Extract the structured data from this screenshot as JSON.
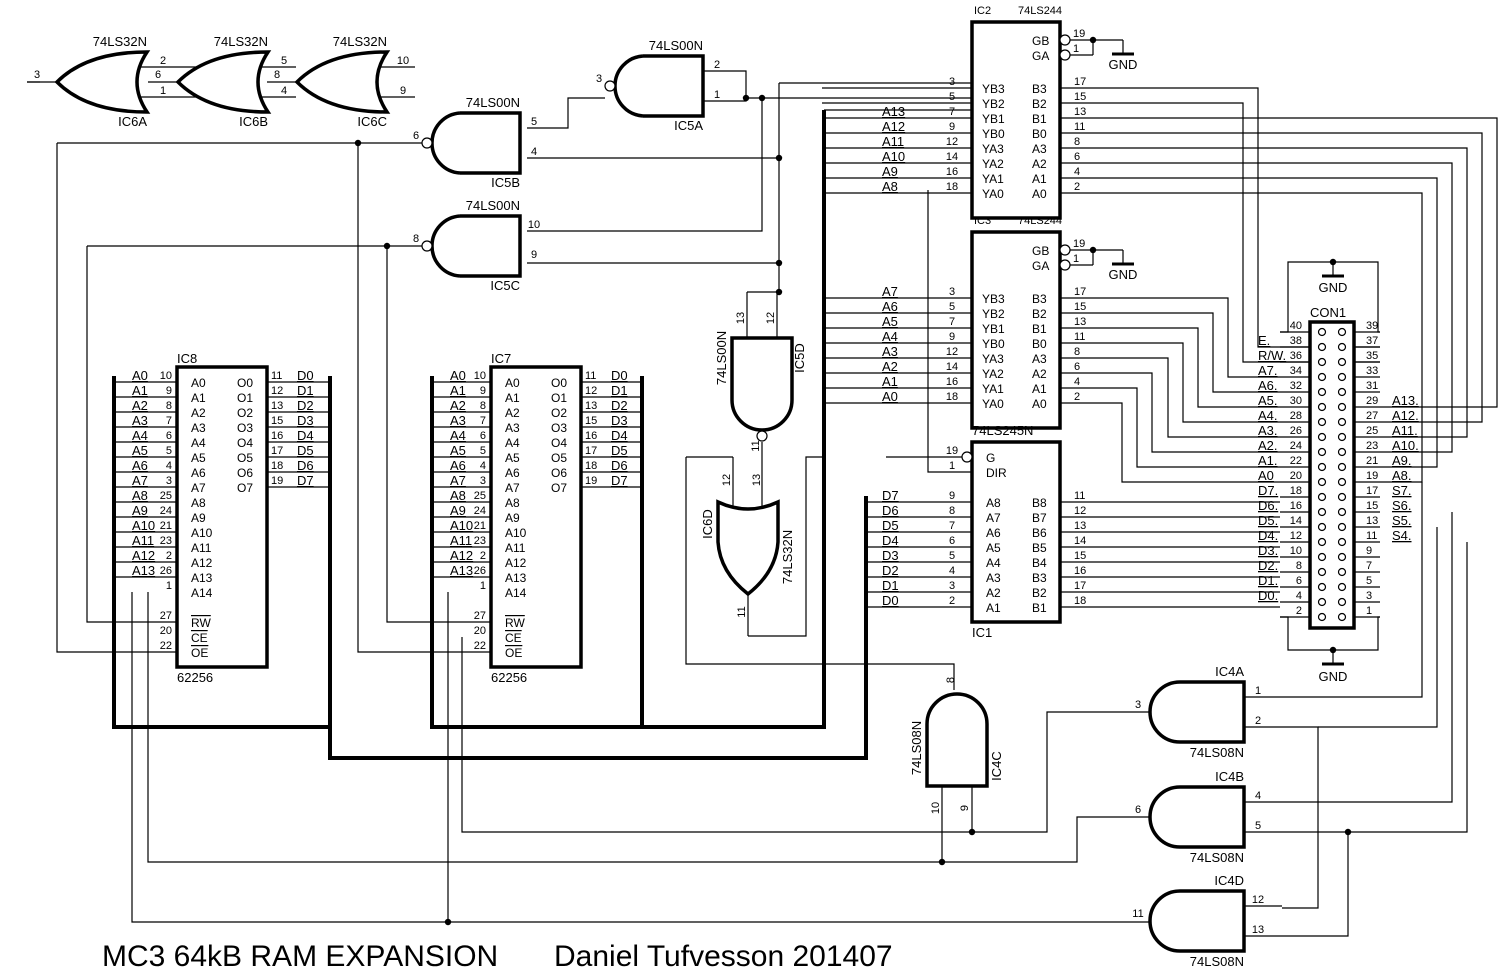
{
  "title": {
    "project": "MC3 64kB RAM EXPANSION",
    "author": "Daniel Tufvesson 201407"
  },
  "gnd_label": "GND",
  "or_gates": [
    {
      "ref": "IC6A",
      "part": "74LS32N",
      "out": "3",
      "in": [
        "2",
        "1"
      ]
    },
    {
      "ref": "IC6B",
      "part": "74LS32N",
      "out": "6",
      "in": [
        "5",
        "4"
      ]
    },
    {
      "ref": "IC6C",
      "part": "74LS32N",
      "out": "8",
      "in": [
        "10",
        "9"
      ]
    }
  ],
  "nand_gates": [
    {
      "ref": "IC5A",
      "part": "74LS00N",
      "out": "3",
      "in": [
        "2",
        "1"
      ]
    },
    {
      "ref": "IC5B",
      "part": "74LS00N",
      "out": "6",
      "in": [
        "5",
        "4"
      ]
    },
    {
      "ref": "IC5C",
      "part": "74LS00N",
      "out": "8",
      "in": [
        "10",
        "9"
      ]
    },
    {
      "ref": "IC5D",
      "part": "74LS00N",
      "out": "11",
      "in": [
        "13",
        "12"
      ]
    }
  ],
  "ic6d": {
    "ref": "IC6D",
    "part": "74LS32N",
    "out": "11",
    "in": [
      "12",
      "13"
    ]
  },
  "and_gates": [
    {
      "ref": "IC4A",
      "part": "74LS08N",
      "out": "3",
      "in": [
        "1",
        "2"
      ]
    },
    {
      "ref": "IC4B",
      "part": "74LS08N",
      "out": "6",
      "in": [
        "4",
        "5"
      ]
    },
    {
      "ref": "IC4D",
      "part": "74LS08N",
      "out": "11",
      "in": [
        "12",
        "13"
      ]
    }
  ],
  "ic4c": {
    "ref": "IC4C",
    "part": "74LS08N",
    "out": "8",
    "in": [
      "10",
      "9"
    ]
  },
  "buffers": [
    {
      "ref": "IC2",
      "part": "74LS244",
      "gates": [
        {
          "name": "GB",
          "pin": "19"
        },
        {
          "name": "GA",
          "pin": "1"
        }
      ],
      "left_pins": [
        "3",
        "5",
        "7",
        "9",
        "12",
        "14",
        "16",
        "18"
      ],
      "left_names": [
        "YB3",
        "YB2",
        "YB1",
        "YB0",
        "YA3",
        "YA2",
        "YA1",
        "YA0"
      ],
      "right_names": [
        "B3",
        "B2",
        "B1",
        "B0",
        "A3",
        "A2",
        "A1",
        "A0"
      ],
      "right_pins": [
        "17",
        "15",
        "13",
        "11",
        "8",
        "6",
        "4",
        "2"
      ],
      "signals": [
        "",
        "",
        "A13",
        "A12",
        "A11",
        "A10",
        "A9",
        "A8"
      ]
    },
    {
      "ref": "IC3",
      "part": "74LS244",
      "gates": [
        {
          "name": "GB",
          "pin": "19"
        },
        {
          "name": "GA",
          "pin": "1"
        }
      ],
      "left_pins": [
        "3",
        "5",
        "7",
        "9",
        "12",
        "14",
        "16",
        "18"
      ],
      "left_names": [
        "YB3",
        "YB2",
        "YB1",
        "YB0",
        "YA3",
        "YA2",
        "YA1",
        "YA0"
      ],
      "right_names": [
        "B3",
        "B2",
        "B1",
        "B0",
        "A3",
        "A2",
        "A1",
        "A0"
      ],
      "right_pins": [
        "17",
        "15",
        "13",
        "11",
        "8",
        "6",
        "4",
        "2"
      ],
      "signals": [
        "A7",
        "A6",
        "A5",
        "A4",
        "A3",
        "A2",
        "A1",
        "A0"
      ]
    }
  ],
  "transceiver": {
    "ref": "IC1",
    "part": "74LS245N",
    "ctrl": [
      {
        "name": "G",
        "pin": "19"
      },
      {
        "name": "DIR",
        "pin": "1"
      }
    ],
    "left_pins": [
      "9",
      "8",
      "7",
      "6",
      "5",
      "4",
      "3",
      "2"
    ],
    "left_names": [
      "A8",
      "A7",
      "A6",
      "A5",
      "A4",
      "A3",
      "A2",
      "A1"
    ],
    "right_names": [
      "B8",
      "B7",
      "B6",
      "B5",
      "B4",
      "B3",
      "B2",
      "B1"
    ],
    "right_pins": [
      "11",
      "12",
      "13",
      "14",
      "15",
      "16",
      "17",
      "18"
    ],
    "signals": [
      "D7",
      "D6",
      "D5",
      "D4",
      "D3",
      "D2",
      "D1",
      "D0"
    ]
  },
  "rams": [
    {
      "ref": "IC8",
      "part": "62256"
    },
    {
      "ref": "IC7",
      "part": "62256"
    }
  ],
  "ram_pinout": {
    "addr_signals": [
      "A0",
      "A1",
      "A2",
      "A3",
      "A4",
      "A5",
      "A6",
      "A7",
      "A8",
      "A9",
      "A10",
      "A11",
      "A12",
      "A13"
    ],
    "addr_pins": [
      "10",
      "9",
      "8",
      "7",
      "6",
      "5",
      "4",
      "3",
      "25",
      "24",
      "21",
      "23",
      "2",
      "26",
      "1"
    ],
    "addr_names": [
      "A0",
      "A1",
      "A2",
      "A3",
      "A4",
      "A5",
      "A6",
      "A7",
      "A8",
      "A9",
      "A10",
      "A11",
      "A12",
      "A13",
      "A14"
    ],
    "data_names": [
      "O0",
      "O1",
      "O2",
      "O3",
      "O4",
      "O5",
      "O6",
      "O7"
    ],
    "data_pins": [
      "11",
      "12",
      "13",
      "15",
      "16",
      "17",
      "18",
      "19"
    ],
    "data_signals": [
      "D0",
      "D1",
      "D2",
      "D3",
      "D4",
      "D5",
      "D6",
      "D7"
    ],
    "ctrl_names": [
      "RW",
      "CE",
      "OE"
    ],
    "ctrl_pins": [
      "27",
      "20",
      "22"
    ]
  },
  "connector": {
    "ref": "CON1",
    "left_pins": [
      "40",
      "38",
      "36",
      "34",
      "32",
      "30",
      "28",
      "26",
      "24",
      "22",
      "20",
      "18",
      "16",
      "14",
      "12",
      "10",
      "8",
      "6",
      "4",
      "2"
    ],
    "left_signals": [
      "",
      "E.",
      "R/W.",
      "A7.",
      "A6.",
      "A5.",
      "A4.",
      "A3.",
      "A2.",
      "A1.",
      "A0",
      "D7.",
      "D6.",
      "D5.",
      "D4.",
      "D3.",
      "D2.",
      "D1.",
      "D0.",
      ""
    ],
    "right_pins": [
      "39",
      "37",
      "35",
      "33",
      "31",
      "29",
      "27",
      "25",
      "23",
      "21",
      "19",
      "17",
      "15",
      "13",
      "11",
      "9",
      "7",
      "5",
      "3",
      "1"
    ],
    "right_signals": [
      "",
      "",
      "",
      "",
      "",
      "A13.",
      "A12.",
      "A11.",
      "A10.",
      "A9.",
      "A8.",
      "S7.",
      "S6.",
      "S5.",
      "S4.",
      "",
      "",
      "",
      "",
      ""
    ]
  }
}
